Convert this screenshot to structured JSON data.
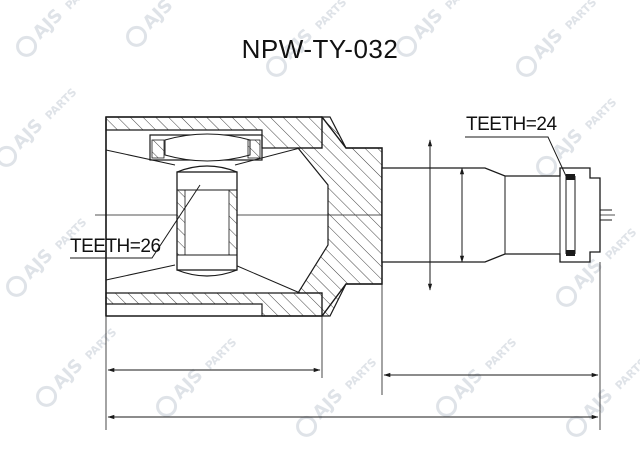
{
  "title": "NPW-TY-032",
  "callouts": {
    "teeth_outer": "TEETH=24",
    "teeth_inner": "TEETH=26"
  },
  "watermark": {
    "brand": "AJS",
    "sub": "PARTS",
    "color": "#dfe3e8"
  },
  "colors": {
    "line": "#1a1a1a",
    "hatch": "#444444",
    "background": "#ffffff"
  }
}
